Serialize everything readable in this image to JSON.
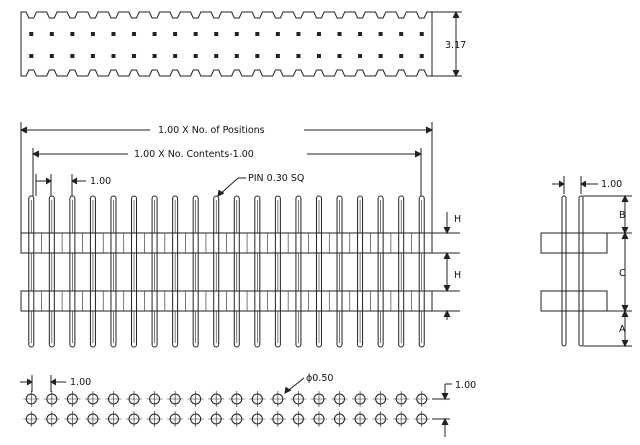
{
  "labels": {
    "top_height": "3.17",
    "total_length": "1.00 X No. of Positions",
    "contact_length": "1.00 X No. Contents-1.00",
    "pitch_front": "1.00",
    "pin_size": "PIN 0.30 SQ",
    "h_upper": "H",
    "h_lower": "H",
    "pitch_side": "1.00",
    "dim_b": "B",
    "dim_c": "C",
    "dim_a": "A",
    "pitch_footprint": "1.00",
    "hole_diameter": "ϕ0.50",
    "row_pitch": "1.00"
  },
  "drawing": {
    "line_color": "#222222",
    "background": "#ffffff",
    "pin_count": 20,
    "row_count": 2
  }
}
